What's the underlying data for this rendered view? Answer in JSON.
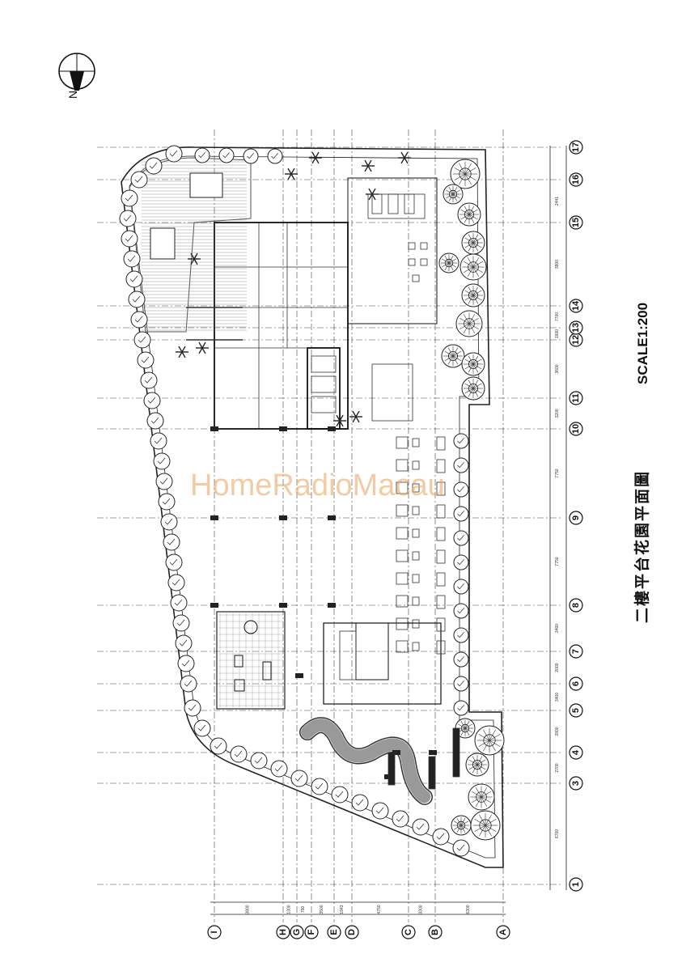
{
  "title": "二樓平台花園平面圖",
  "scale": "SCALE1:200",
  "north_label": "N",
  "watermark": "HomeRadioMacau",
  "grid_numbers": [
    "1",
    "3",
    "4",
    "5",
    "6",
    "7",
    "8",
    "9",
    "10",
    "11",
    "12",
    "13",
    "14",
    "15",
    "16",
    "17"
  ],
  "grid_letters": [
    "A",
    "B",
    "C",
    "D",
    "E",
    "F",
    "G",
    "H",
    "I"
  ],
  "dimensions_bottom": [
    "6700",
    "2700",
    "3900",
    "3400",
    "2000",
    "3400",
    "7750",
    "7750",
    "3200",
    "3600",
    "1600",
    "7700",
    "3800",
    "2441"
  ],
  "dimensions_left": [
    "6300",
    "3300",
    "4750",
    "1943",
    "3500",
    "750",
    "1300",
    "3800"
  ]
}
